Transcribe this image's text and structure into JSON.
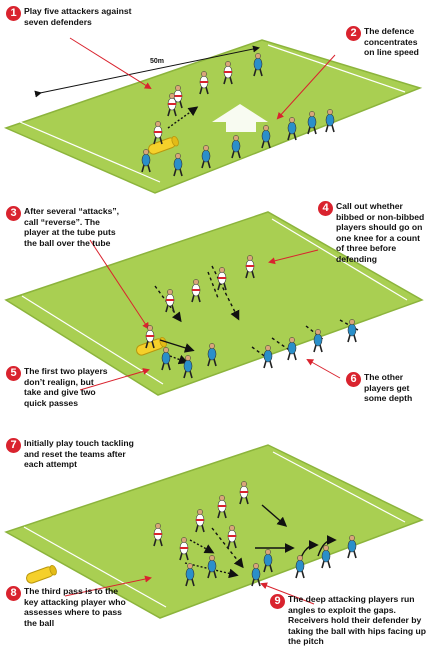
{
  "diagram": {
    "field_length_label": "50m",
    "colors": {
      "pitch": "#a9cf52",
      "pitch_edge": "#8cb43c",
      "line": "#ffffff",
      "attacker_shirt": "#ffffff",
      "attacker_detail": "#d8242e",
      "defender_shirt": "#2a8fc9",
      "ball_tube": "#f5d02a",
      "callout_badge": "#d9232e",
      "arrow": "#111111"
    },
    "callouts": [
      {
        "number": "1",
        "text": "Play five attackers against seven defenders"
      },
      {
        "number": "2",
        "text": "The defence concentrates on line speed"
      },
      {
        "number": "3",
        "text": "After several “attacks”, call “reverse”. The player at the tube puts the ball over the  tube"
      },
      {
        "number": "4",
        "text": "Call out whether bibbed or non-bibbed players should go on one knee for a count of three before defending"
      },
      {
        "number": "5",
        "text": "The first two players don’t realign, but take and give two quick passes"
      },
      {
        "number": "6",
        "text": "The other players get some depth"
      },
      {
        "number": "7",
        "text": "Initially play touch tackling and reset the teams after each attempt"
      },
      {
        "number": "8",
        "text": "The third pass is to the key attacking player who assesses where to pass the ball"
      },
      {
        "number": "9",
        "text": "The deep attacking players run angles to exploit the gaps. Receivers hold their defender by taking the ball with hips facing up the pitch"
      }
    ]
  }
}
